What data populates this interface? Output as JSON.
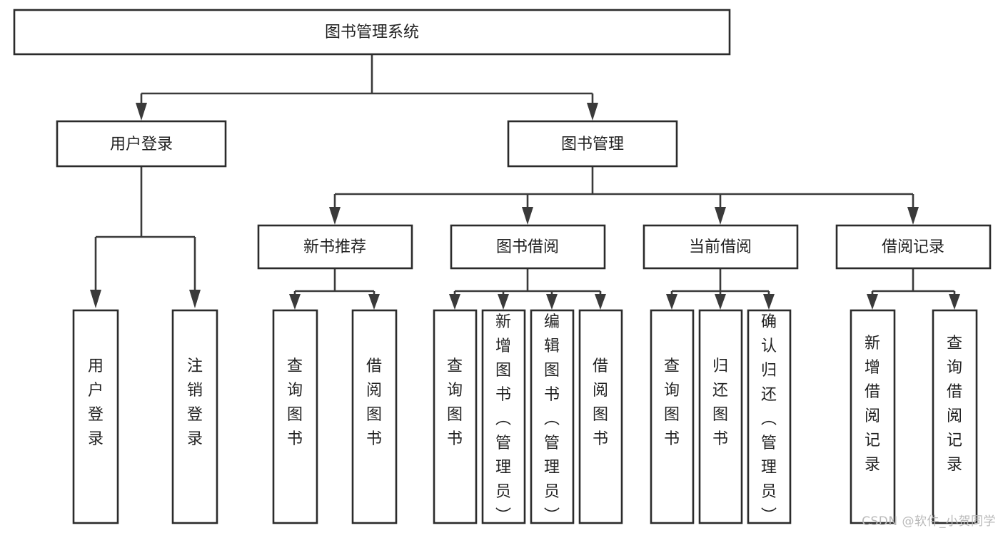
{
  "diagram": {
    "type": "tree-hierarchy",
    "title": "图书管理系统",
    "watermark": "CSDN @软件_小贺同学",
    "colors": {
      "box_stroke": "#2b2b2b",
      "connector": "#3a3a3a",
      "background": "#ffffff",
      "text": "#222222",
      "watermark": "#b9b9b9"
    },
    "levels": {
      "root": {
        "label": "图书管理系统",
        "orientation": "horizontal"
      },
      "level2": [
        {
          "id": "user-login",
          "label": "用户登录",
          "orientation": "horizontal"
        },
        {
          "id": "book-management",
          "label": "图书管理",
          "orientation": "horizontal"
        }
      ],
      "level3": [
        {
          "id": "new-book-recommend",
          "label": "新书推荐",
          "orientation": "horizontal",
          "parent": "book-management"
        },
        {
          "id": "book-borrow",
          "label": "图书借阅",
          "orientation": "horizontal",
          "parent": "book-management"
        },
        {
          "id": "current-borrow",
          "label": "当前借阅",
          "orientation": "horizontal",
          "parent": "book-management"
        },
        {
          "id": "borrow-record",
          "label": "借阅记录",
          "orientation": "horizontal",
          "parent": "book-management"
        }
      ],
      "leaves": [
        {
          "id": "leaf-user-login",
          "label": "用户登录",
          "orientation": "vertical",
          "parent": "user-login"
        },
        {
          "id": "leaf-logout",
          "label": "注销登录",
          "orientation": "vertical",
          "parent": "user-login"
        },
        {
          "id": "leaf-query-book-1",
          "label": "查询图书",
          "orientation": "vertical",
          "parent": "new-book-recommend"
        },
        {
          "id": "leaf-borrow-book-1",
          "label": "借阅图书",
          "orientation": "vertical",
          "parent": "new-book-recommend"
        },
        {
          "id": "leaf-query-book-2",
          "label": "查询图书",
          "orientation": "vertical",
          "parent": "book-borrow"
        },
        {
          "id": "leaf-add-book",
          "label": "新增图书（管理员）",
          "orientation": "vertical",
          "parent": "book-borrow"
        },
        {
          "id": "leaf-edit-book",
          "label": "编辑图书（管理员）",
          "orientation": "vertical",
          "parent": "book-borrow"
        },
        {
          "id": "leaf-borrow-book-2",
          "label": "借阅图书",
          "orientation": "vertical",
          "parent": "book-borrow"
        },
        {
          "id": "leaf-query-book-3",
          "label": "查询图书",
          "orientation": "vertical",
          "parent": "current-borrow"
        },
        {
          "id": "leaf-return-book",
          "label": "归还图书",
          "orientation": "vertical",
          "parent": "current-borrow"
        },
        {
          "id": "leaf-confirm-return",
          "label": "确认归还（管理员）",
          "orientation": "vertical",
          "parent": "current-borrow"
        },
        {
          "id": "leaf-add-record",
          "label": "新增借阅记录",
          "orientation": "vertical",
          "parent": "borrow-record"
        },
        {
          "id": "leaf-query-record",
          "label": "查询借阅记录",
          "orientation": "vertical",
          "parent": "borrow-record"
        }
      ]
    }
  }
}
